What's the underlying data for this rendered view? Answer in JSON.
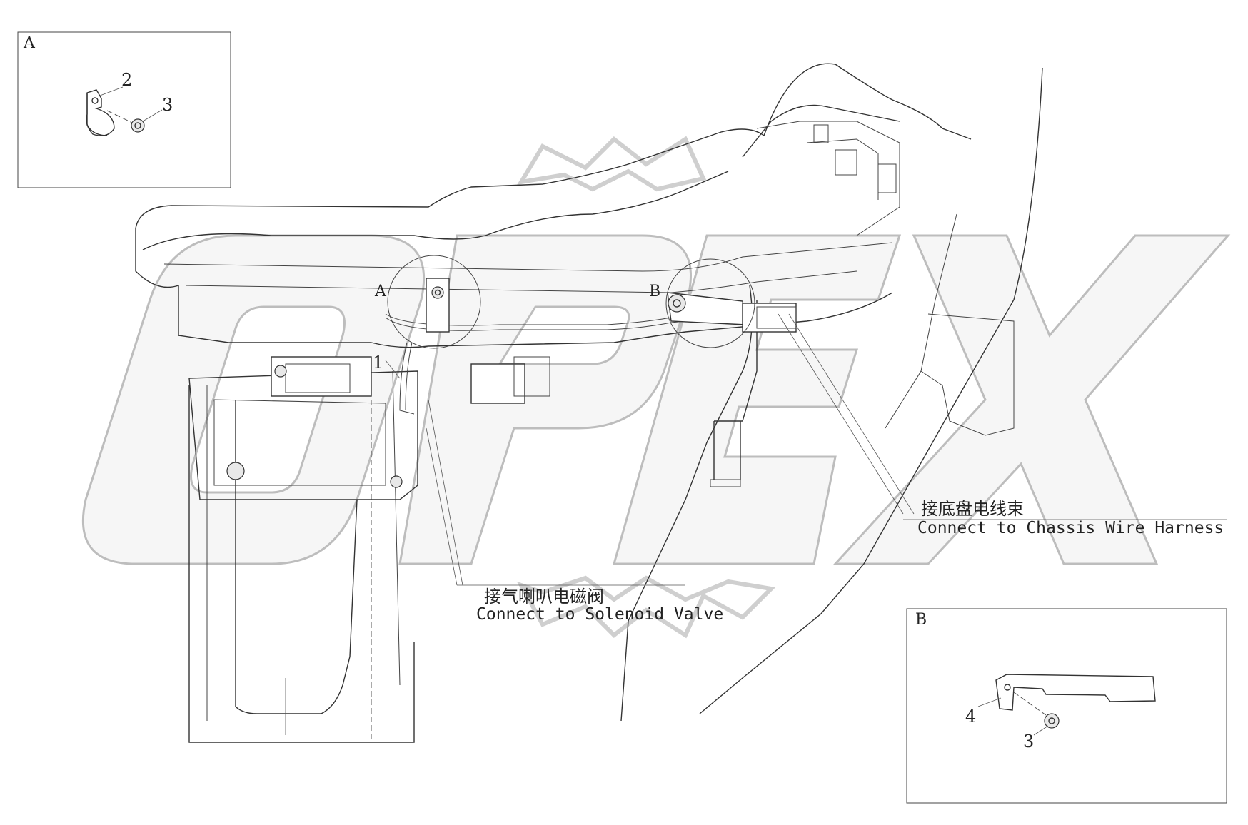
{
  "detail_a": {
    "letter": "A",
    "parts": [
      "2",
      "3"
    ]
  },
  "detail_b": {
    "letter": "B",
    "parts": [
      "4",
      "3"
    ]
  },
  "main": {
    "marker_a": "A",
    "marker_b": "B",
    "part_1": "1",
    "chassis_cn": "接底盘电线束",
    "chassis_en": "Connect to Chassis Wire Harness",
    "solenoid_cn": "接气喇叭电磁阀",
    "solenoid_en": "Connect to Solenoid Valve"
  },
  "watermark_logo": "OPEX",
  "colors": {
    "line": "#333333",
    "watermark": "#cfcfcf",
    "background": "#ffffff"
  }
}
